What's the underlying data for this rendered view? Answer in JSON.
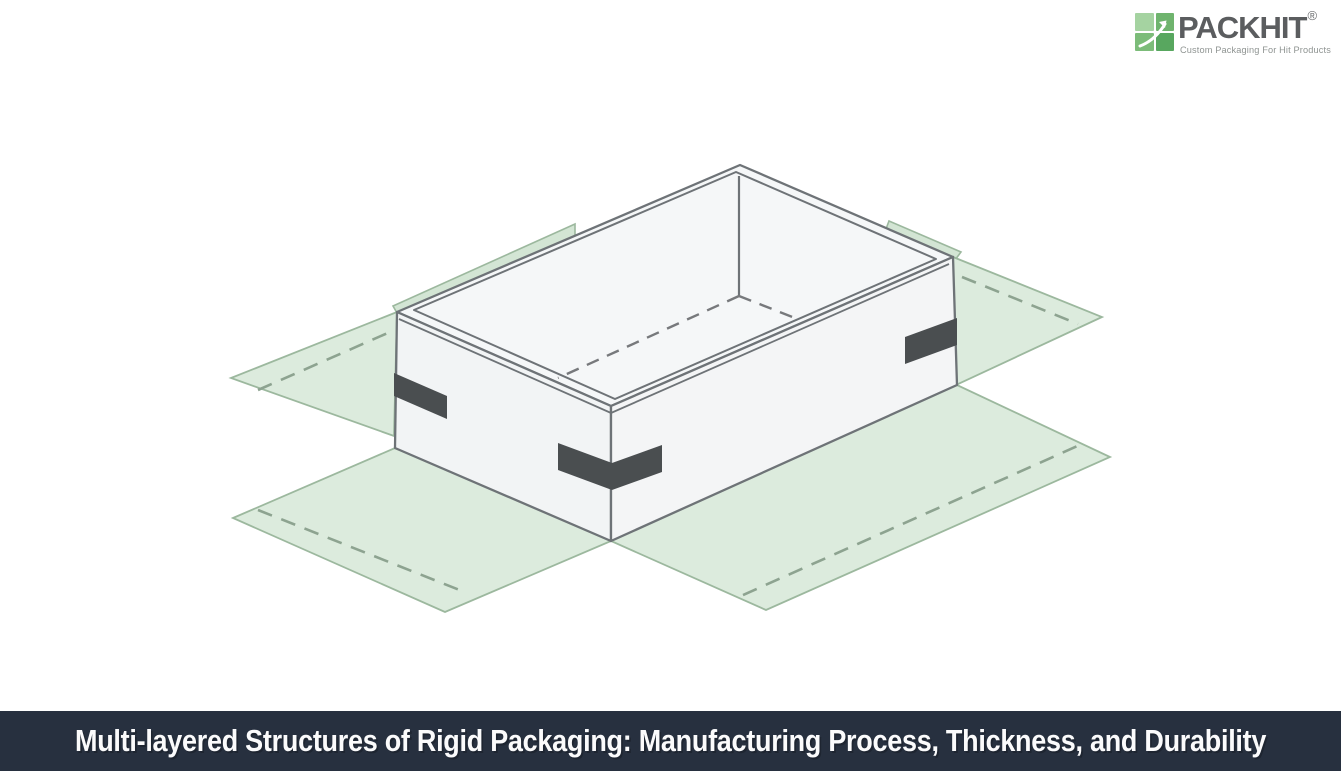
{
  "logo": {
    "brand": "PACKHIT",
    "registered": "®",
    "tagline": "Custom Packaging For Hit Products",
    "icon": "green-grid-growth-arrow-icon",
    "colors": {
      "grid_top_left": "#a5d3a1",
      "grid_top_right": "#6fb46e",
      "grid_bottom_left": "#7cbc79",
      "grid_bottom_right": "#58a75f",
      "brand_text": "#5b5d5f",
      "tagline_text": "#8f9492"
    }
  },
  "banner": {
    "title": "Multi-layered Structures of Rigid Packaging: Manufacturing Process, Thickness, and Durability",
    "background": "#27303f",
    "text_color": "#fbfbfc"
  },
  "diagram": {
    "description": "Isometric line illustration of an open rigid (setup) box tray sitting on an unfolded wrap: four pale-green flap panels spread out around the white box, each with a dashed fold line; dark corner tapes on the box walls; dashed rectangle marking the inside bottom of the tray.",
    "colors": {
      "box_face": "#f3f5f6",
      "box_outline": "#6e7377",
      "flap_fill": "#dcebdd",
      "flap_outline": "#9cb89e",
      "flap_fold_dash": "#8da390",
      "interior_dash": "#77797c",
      "tape": "#4a4e50"
    },
    "parts": [
      "back-left wrap flap (peeking above rim)",
      "back-right wrap flap (peeking above rim)",
      "upper-left wrap flap with fold line",
      "upper-right wrap flap with fold line",
      "bottom-left wrap flap with fold line",
      "bottom-right wrap flap with fold line",
      "open rigid tray with double-line rim",
      "dashed inner-bottom outline",
      "left wall tape",
      "front corner chevron tape",
      "right wall tape"
    ]
  }
}
